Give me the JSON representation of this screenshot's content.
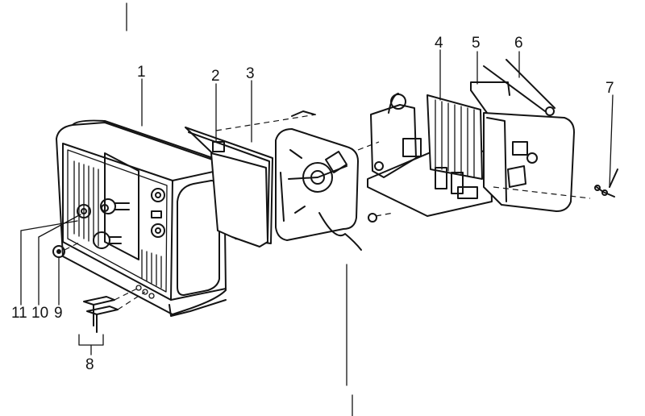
{
  "callouts": [
    {
      "label": "1"
    },
    {
      "label": "2"
    },
    {
      "label": "3"
    },
    {
      "label": "4"
    },
    {
      "label": "5"
    },
    {
      "label": "6"
    },
    {
      "label": "7"
    },
    {
      "label": "8"
    },
    {
      "label": "9"
    },
    {
      "label": "10"
    },
    {
      "label": "11"
    }
  ],
  "colors": {
    "ink": "#141414",
    "paper": "#ffffff"
  }
}
